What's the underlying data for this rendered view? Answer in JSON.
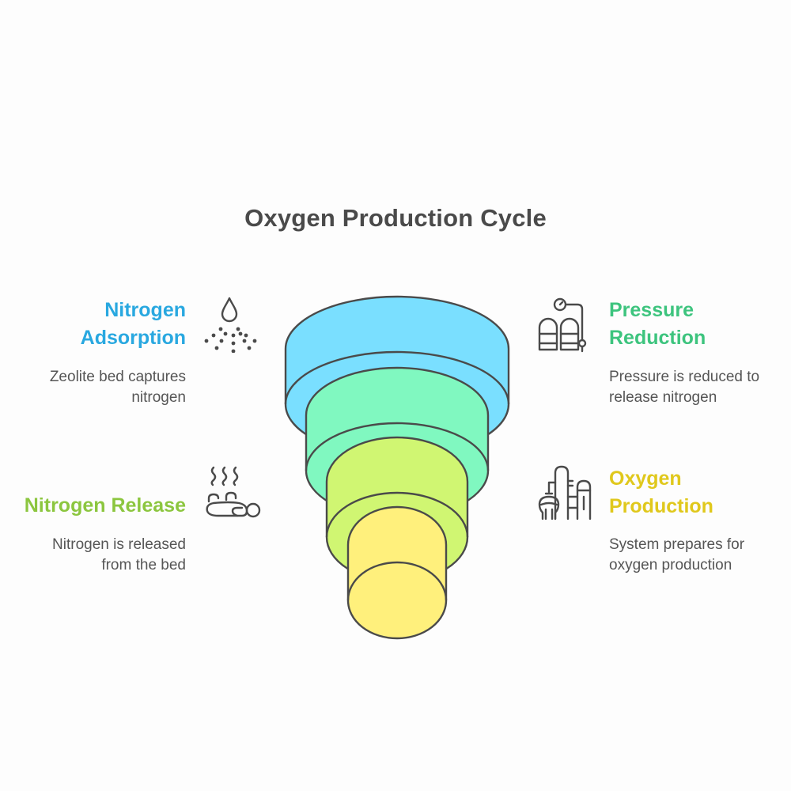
{
  "title": "Oxygen Production Cycle",
  "stages": [
    {
      "id": "nitrogen-adsorption",
      "title_lines": [
        "Nitrogen",
        "Adsorption"
      ],
      "description_lines": [
        "Zeolite bed captures",
        "nitrogen"
      ],
      "color": "#29a8e0",
      "fill": "#7adfff",
      "icon": "droplet-spray-icon",
      "side": "left"
    },
    {
      "id": "pressure-reduction",
      "title_lines": [
        "Pressure",
        "Reduction"
      ],
      "description_lines": [
        "Pressure is reduced to",
        "release nitrogen"
      ],
      "color": "#3dc47e",
      "fill": "#80f8c0",
      "icon": "gas-cylinders-gauge-icon",
      "side": "right"
    },
    {
      "id": "nitrogen-release",
      "title_lines": [
        "Nitrogen Release"
      ],
      "description_lines": [
        "Nitrogen is released",
        "from the bed"
      ],
      "color": "#8cc63f",
      "fill": "#d0f672",
      "icon": "steaming-bed-icon",
      "side": "left"
    },
    {
      "id": "oxygen-production",
      "title_lines": [
        "Oxygen",
        "Production"
      ],
      "description_lines": [
        "System prepares for",
        "oxygen production"
      ],
      "color": "#e0c81c",
      "fill": "#fff07c",
      "icon": "industrial-plant-icon",
      "side": "right"
    }
  ],
  "stroke_color": "#4a4a4a"
}
